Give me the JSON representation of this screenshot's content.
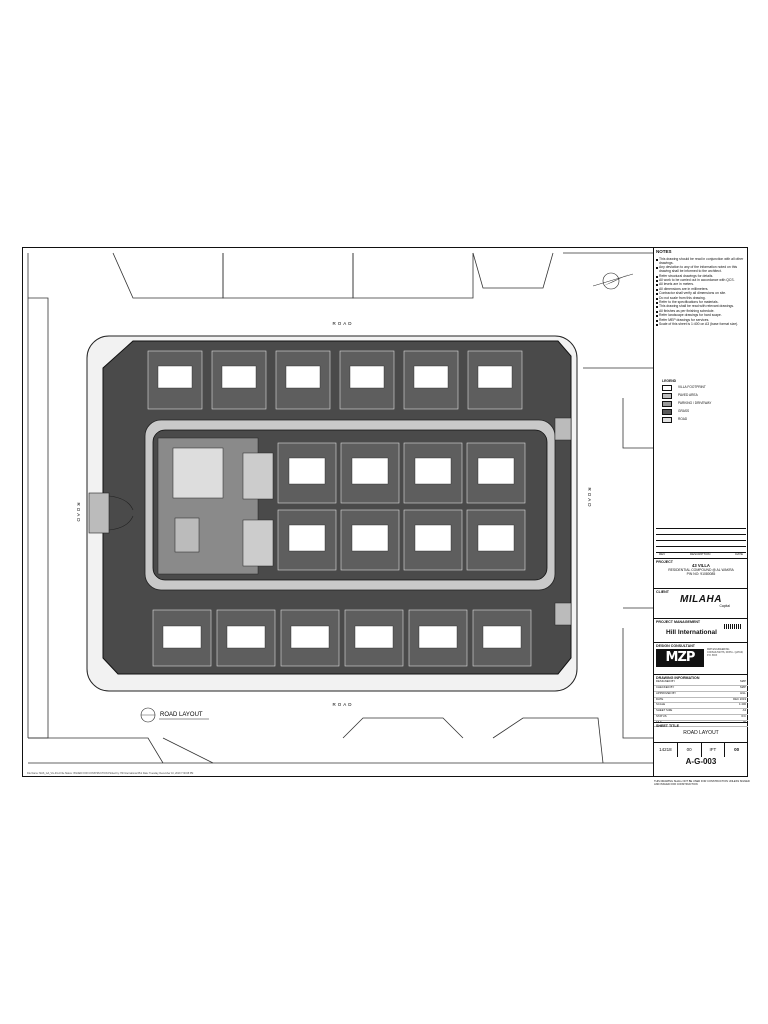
{
  "drawing": {
    "road_top": "ROAD",
    "road_bottom": "ROAD",
    "road_left": "ROAD",
    "road_right": "ROAD",
    "view_title": "ROAD LAYOUT",
    "plot_info": "File Name: MAS_GA_VIL-03-A   File Status: ISSUED FOR CONSTRUCTION   Plotted by: Hill International   Plot Date: Tuesday, December 10, 2019 7:30:08 PM"
  },
  "title_block": {
    "notes_header": "NOTES",
    "notes": [
      "This drawing should be read in conjunction with all other drawings.",
      "Any deviation to any of the information noted on this drawing shall be informed to the architect.",
      "Refer structural drawings for details.",
      "All work to be carried out in accordance with QCS.",
      "All levels are in meters.",
      "All dimensions are in millimeters.",
      "Contractor shall verify all dimensions on site.",
      "Do not scale from this drawing.",
      "Refer to the specifications for materials.",
      "This drawing shall be read with relevant drawings.",
      "All finishes as per finishing schedule.",
      "Refer landscape drawings for hard scape.",
      "Refer MEP drawings for services.",
      "Scale of this sheet is 1:400 on A3 (base format size)."
    ],
    "legend_header": "LEGEND",
    "legend": [
      {
        "label": "VILLA FOOTPRINT",
        "color": "#ffffff"
      },
      {
        "label": "PAVED AREA",
        "color": "#bdbdbd"
      },
      {
        "label": "PARKING / DRIVEWAY",
        "color": "#9a9a9a"
      },
      {
        "label": "GRASS",
        "color": "#5a5a5a"
      },
      {
        "label": "ROAD",
        "color": "#e0e0e0"
      }
    ],
    "rev_header": "REV",
    "rev_description_header": "DESCRIPTION",
    "rev_date_header": "DATE",
    "project_header": "PROJECT",
    "project_line1": "43 VILLA",
    "project_line2": "RESIDENTIAL COMPOUND @ AL WAKRA",
    "project_line3": "PIN NO: 91080085",
    "client_header": "CLIENT",
    "client_name": "MILAHA",
    "client_sub": "Capital",
    "pm_header": "PROJECT MANAGEMENT",
    "pm_name": "Hill International",
    "consultant_header": "DESIGN CONSULTANT",
    "consultant_name": "MZP",
    "consultant_addr": "MZP ENGINEERING CONSULTANTS, DOHA - QATAR, P.O. BOX",
    "drawing_info_header": "DRAWING INFORMATION",
    "drawing_info": [
      {
        "k": "DESIGNED BY",
        "v": "MZP"
      },
      {
        "k": "CHECKED BY",
        "v": "MZP"
      },
      {
        "k": "APPROVED BY",
        "v": "HILL"
      },
      {
        "k": "DATE",
        "v": "DEC 2019"
      },
      {
        "k": "SCALE",
        "v": "1:400"
      },
      {
        "k": "SHEET SIZE",
        "v": "A3"
      },
      {
        "k": "STATUS",
        "v": "IFC"
      },
      {
        "k": "FILE",
        "v": "00"
      }
    ],
    "sheet_title_header": "SHEET TITLE",
    "sheet_title": "ROAD LAYOUT",
    "number_cells": [
      "14218",
      "00",
      "IFT",
      "00"
    ],
    "drawing_number": "A-G-003",
    "footnote": "THIS DRAWING SHALL NOT BE USED FOR CONSTRUCTION UNLESS SIGNED AND ISSUED FOR CONSTRUCTION"
  }
}
